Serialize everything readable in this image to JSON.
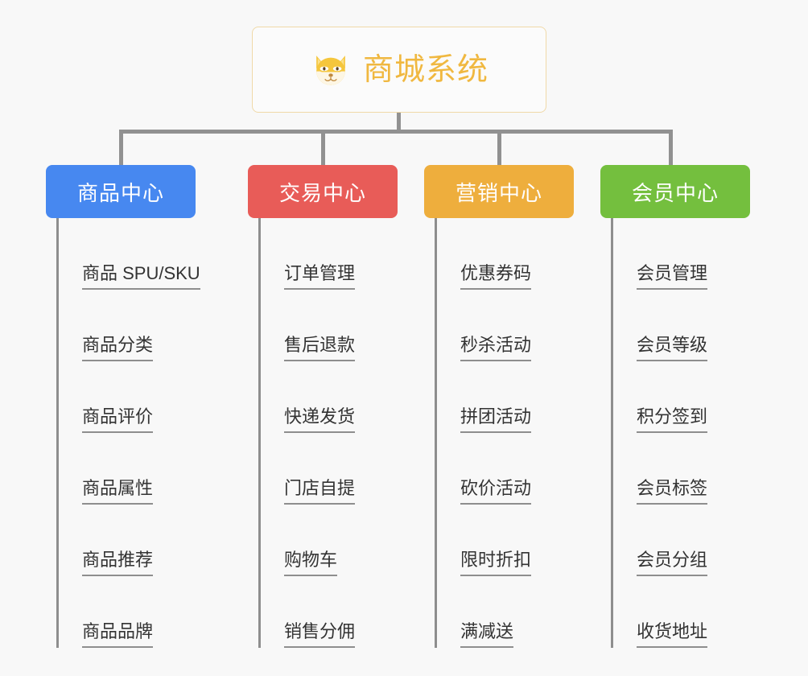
{
  "root": {
    "title": "商城系统",
    "icon": "shiba-dog-icon",
    "text_color": "#f0b840",
    "border_color": "#f0d9a8"
  },
  "background_color": "#f8f8f8",
  "connector_color": "#919191",
  "branches": [
    {
      "label": "商品中心",
      "color": "#4788f0",
      "items": [
        "商品 SPU/SKU",
        "商品分类",
        "商品评价",
        "商品属性",
        "商品推荐",
        "商品品牌"
      ]
    },
    {
      "label": "交易中心",
      "color": "#e85c58",
      "items": [
        "订单管理",
        "售后退款",
        "快递发货",
        "门店自提",
        "购物车",
        "销售分佣"
      ]
    },
    {
      "label": "营销中心",
      "color": "#eeae3d",
      "items": [
        "优惠券码",
        "秒杀活动",
        "拼团活动",
        "砍价活动",
        "限时折扣",
        "满减送"
      ]
    },
    {
      "label": "会员中心",
      "color": "#74bf3e",
      "items": [
        "会员管理",
        "会员等级",
        "积分签到",
        "会员标签",
        "会员分组",
        "收货地址"
      ]
    }
  ]
}
